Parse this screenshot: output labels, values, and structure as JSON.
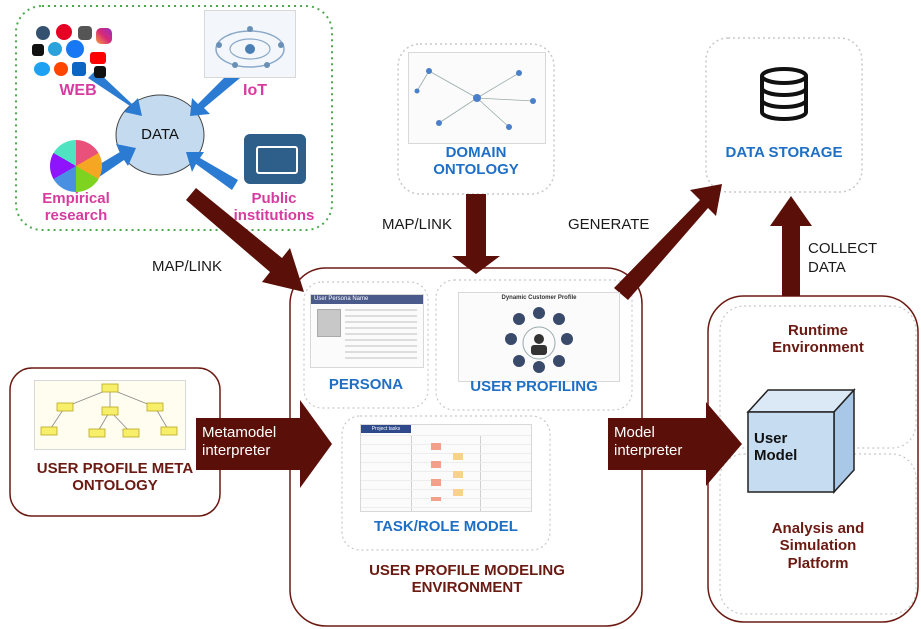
{
  "sources": {
    "data": "DATA",
    "web": "WEB",
    "iot": "IoT",
    "empirical": "Empirical research",
    "public": "Public institutions"
  },
  "nodes": {
    "domain_ontology": "DOMAIN ONTOLOGY",
    "data_storage": "DATA STORAGE",
    "persona": "PERSONA",
    "user_profiling": "USER PROFILING",
    "task_role_model": "TASK/ROLE MODEL",
    "upme": "USER PROFILE MODELING ENVIRONMENT",
    "meta_ontology": "USER PROFILE META ONTOLOGY",
    "runtime": "Runtime Environment",
    "user_model": "User Model",
    "analysis": "Analysis and Simulation Platform"
  },
  "edges": {
    "map_link_left": "MAP/LINK",
    "map_link_top": "MAP/LINK",
    "generate": "GENERATE",
    "collect_data": "COLLECT DATA",
    "metamodel": "Metamodel interpreter",
    "model": "Model interpreter"
  },
  "thumbnails": {
    "persona_title": "User Persona Name",
    "profiling_title": "Dynamic Customer Profile",
    "task_header": "Project tasks"
  },
  "colors": {
    "arrow": "#5a1008",
    "box_border": "#6b1a12",
    "title_blue": "#1f6fc5",
    "title_maroon": "#6b1a12",
    "source_pink": "#d63ba0",
    "cube": "#c5dcf1"
  }
}
